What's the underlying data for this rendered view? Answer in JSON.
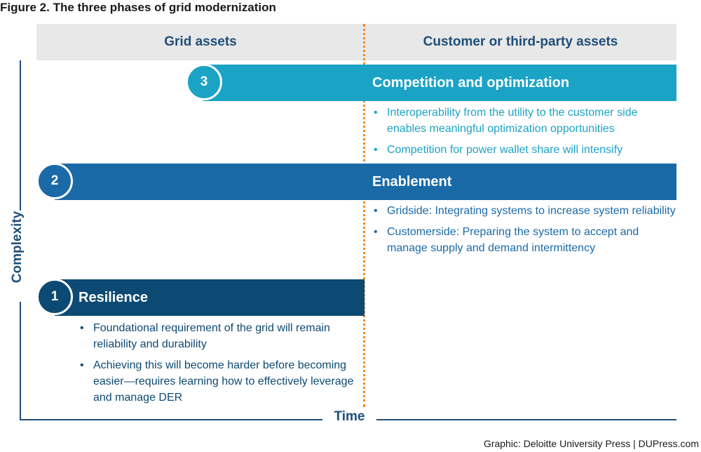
{
  "figure_title": "Figure 2. The three phases of grid modernization",
  "columns": {
    "left": "Grid assets",
    "right": "Customer or third-party assets"
  },
  "axes": {
    "y_label": "Complexity",
    "x_label": "Time"
  },
  "phases": [
    {
      "number": "1",
      "title": "Resilience",
      "color": "#0d4a73",
      "bullets": [
        "Foundational requirement of the grid will remain reliability and durability",
        "Achieving this will become harder before becoming easier—requires learning how to effectively leverage and manage DER"
      ]
    },
    {
      "number": "2",
      "title": "Enablement",
      "color": "#1a6aa8",
      "bullets": [
        "Gridside: Integrating systems to increase system reliability",
        "Customerside: Preparing the system to accept and manage supply and demand intermittency"
      ]
    },
    {
      "number": "3",
      "title": "Competition and optimization",
      "color": "#1ba3c6",
      "bullets": [
        "Interoperability from the utility to the customer side enables meaningful optimization opportunities",
        "Competition for power wallet share will intensify"
      ]
    }
  ],
  "bullet_glyph": "•",
  "divider_color": "#f08a24",
  "credit": "Graphic: Deloitte University Press  |  DUPress.com"
}
